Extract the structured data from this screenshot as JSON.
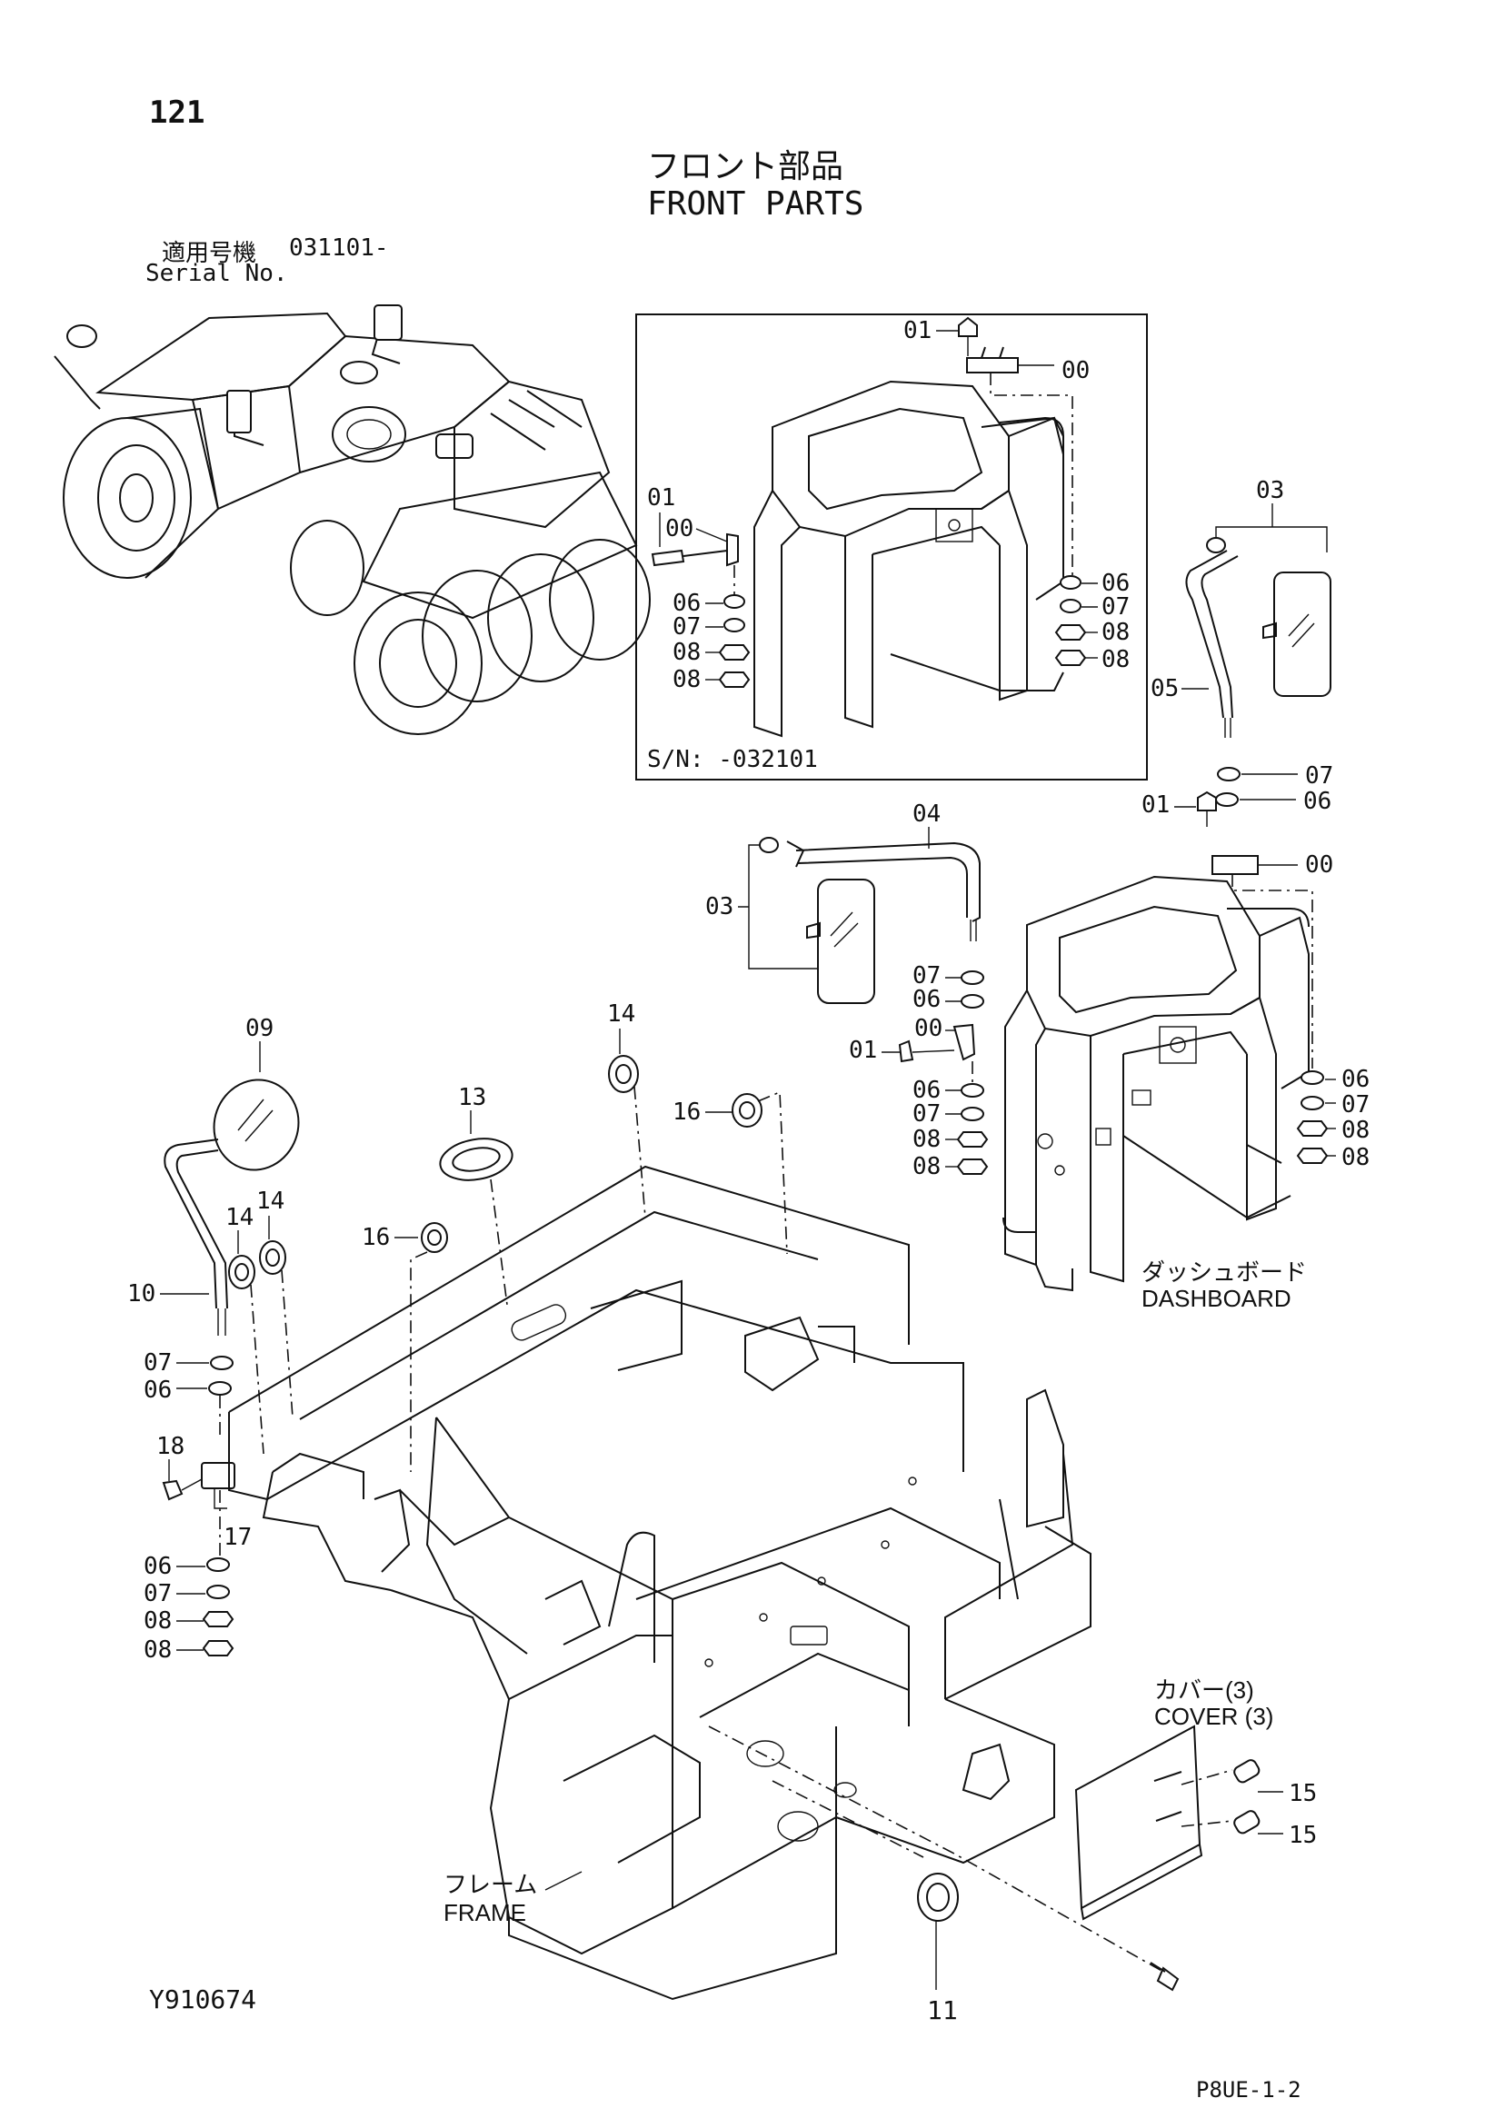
{
  "page_number": "121",
  "title_jp": "フロント部品",
  "title_en": "FRONT PARTS",
  "serial": {
    "label_jp": "適用号機",
    "label_en": "Serial No.",
    "value": "031101-"
  },
  "inset": {
    "sn_label": "S/N: -032101"
  },
  "assemblies": {
    "dashboard_jp": "ダッシュボード",
    "dashboard_en": "DASHBOARD",
    "cover_jp": "カバー(3)",
    "cover_en": "COVER (3)",
    "frame_jp": "フレーム",
    "frame_en": "FRAME"
  },
  "callouts": {
    "c00": "00",
    "c01": "01",
    "c03": "03",
    "c04": "04",
    "c05": "05",
    "c06": "06",
    "c07": "07",
    "c08": "08",
    "c09": "09",
    "c10": "10",
    "c11": "11",
    "c13": "13",
    "c14": "14",
    "c15": "15",
    "c16": "16",
    "c17": "17",
    "c18": "18"
  },
  "footer": {
    "doc_code": "Y910674",
    "page_code": "P8UE-1-2"
  }
}
